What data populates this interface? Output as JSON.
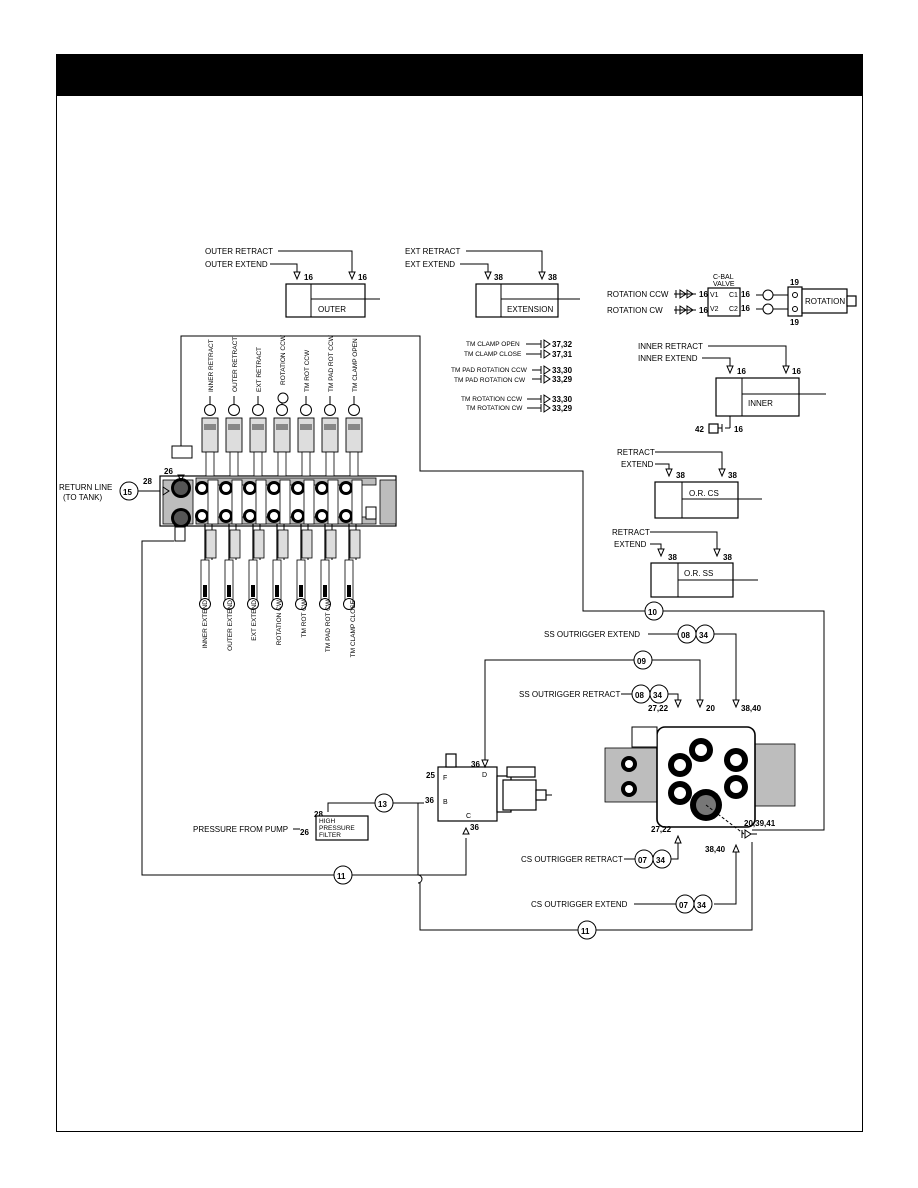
{
  "outer": {
    "retract": "OUTER RETRACT",
    "extend": "OUTER EXTEND",
    "port_a": "16",
    "port_b": "16",
    "box": "OUTER"
  },
  "extension": {
    "retract": "EXT RETRACT",
    "extend": "EXT EXTEND",
    "port_a": "38",
    "port_b": "38",
    "box": "EXTENSION"
  },
  "rotation": {
    "ccw": "ROTATION CCW",
    "cw": "ROTATION CW",
    "port_ccw": "16",
    "port_cw": "16",
    "cbal_line1": "C-BAL",
    "cbal_line2": "VALVE",
    "v1": "V1",
    "v2": "V2",
    "c1": "C1",
    "c2": "C2",
    "c1_port": "16",
    "c2_port": "16",
    "top_port": "19",
    "bottom_port": "19",
    "box": "ROTATION"
  },
  "tm": {
    "clamp_open": "TM CLAMP OPEN",
    "clamp_open_ref": "37,32",
    "clamp_close": "TM CLAMP CLOSE",
    "clamp_close_ref": "37,31",
    "pad_ccw": "TM PAD ROTATION CCW",
    "pad_ccw_ref": "33,30",
    "pad_cw": "TM PAD ROTATION CW",
    "pad_cw_ref": "33,29",
    "rot_ccw": "TM ROTATION CCW",
    "rot_ccw_ref": "33,30",
    "rot_cw": "TM ROTATION CW",
    "rot_cw_ref": "33,29"
  },
  "inner": {
    "retract": "INNER RETRACT",
    "extend": "INNER EXTEND",
    "port_a": "16",
    "port_b": "16",
    "box": "INNER",
    "bottom_ref": "42",
    "bottom_port": "16"
  },
  "or_cs": {
    "retract": "RETRACT",
    "extend": "EXTEND",
    "port_a": "38",
    "port_b": "38",
    "box": "O.R. CS"
  },
  "or_ss": {
    "retract": "RETRACT",
    "extend": "EXTEND",
    "port_a": "38",
    "port_b": "38",
    "box": "O.R. SS"
  },
  "valve_bank": {
    "top_labels": [
      "INNER RETRACT",
      "OUTER RETRACT",
      "EXT RETRACT",
      "ROTATION CCW",
      "TM ROT CCW",
      "TM PAD ROT CCW",
      "TM CLAMP OPEN"
    ],
    "bottom_labels": [
      "INNER EXTEND",
      "OUTER EXTEND",
      "EXT EXTEND",
      "ROTATION CW",
      "TM ROT CW",
      "TM PAD ROT CW",
      "TM CLAMP CLOSE"
    ],
    "return_line_1": "RETURN LINE",
    "return_line_2": "(TO TANK)",
    "return_bubble": "15",
    "port_28": "28",
    "port_26": "26"
  },
  "bubbles": {
    "b10": "10",
    "b09": "09",
    "b11a": "11",
    "b11b": "11",
    "b13": "13"
  },
  "outrigger": {
    "ss_extend": "SS OUTRIGGER EXTEND",
    "ss_extend_b1": "08",
    "ss_extend_b2": "34",
    "ss_retract": "SS OUTRIGGER RETRACT",
    "ss_retract_b1": "08",
    "ss_retract_b2": "34",
    "cs_retract": "CS OUTRIGGER RETRACT",
    "cs_retract_b1": "07",
    "cs_retract_b2": "34",
    "cs_extend": "CS OUTRIGGER EXTEND",
    "cs_extend_b1": "07",
    "cs_extend_b2": "34",
    "p_2722_top": "27,22",
    "p_20": "20",
    "p_3840_top": "38,40",
    "p_2722_bot": "27,22",
    "p_3840_bot": "38,40",
    "p_203941": "20,39,41"
  },
  "pump": {
    "label": "PRESSURE FROM PUMP",
    "port_26": "26",
    "port_28": "28",
    "filter_1": "HIGH",
    "filter_2": "PRESSURE",
    "filter_3": "FILTER"
  },
  "flow_valve": {
    "p25": "25",
    "p36_left": "36",
    "p36_top": "36",
    "p36_bot": "36",
    "f": "F",
    "d": "D",
    "b": "B",
    "c": "C"
  }
}
